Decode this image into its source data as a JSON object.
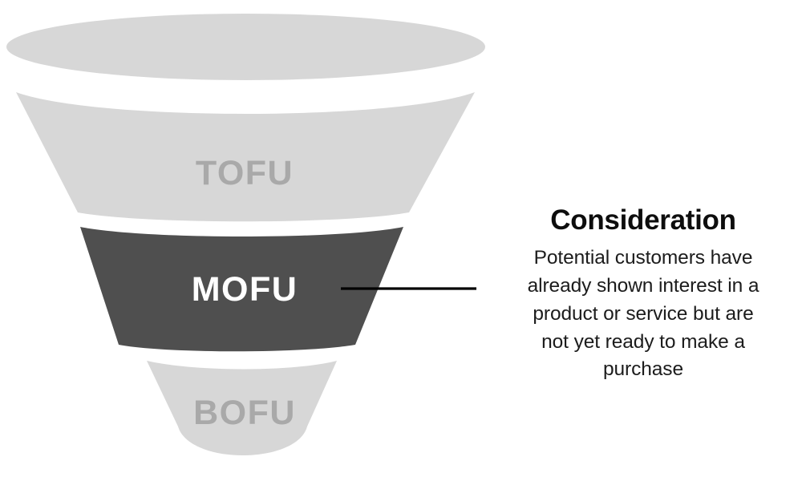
{
  "diagram": {
    "type": "marketing-funnel",
    "background_color": "#ffffff",
    "stages": [
      {
        "id": "tofu",
        "label": "TOFU",
        "fill_color": "#d7d7d7",
        "text_color": "#a9a9a9",
        "highlighted": false
      },
      {
        "id": "mofu",
        "label": "MOFU",
        "fill_color": "#4f4f4f",
        "text_color": "#ffffff",
        "highlighted": true
      },
      {
        "id": "bofu",
        "label": "BOFU",
        "fill_color": "#d7d7d7",
        "text_color": "#a9a9a9",
        "highlighted": false
      }
    ],
    "funnel_top_color": "#d7d7d7",
    "connector_color": "#000000"
  },
  "callout": {
    "title": "Consideration",
    "body_lines": [
      "Potential customers have",
      "already shown interest in a",
      "product or service but are",
      "not yet ready to make a",
      "purchase"
    ],
    "body_text": "Potential customers have already shown interest in a product or service but are not yet ready to make a purchase",
    "title_color": "#0d0d0d",
    "body_color": "#1c1c1c",
    "points_to_stage": "mofu"
  }
}
